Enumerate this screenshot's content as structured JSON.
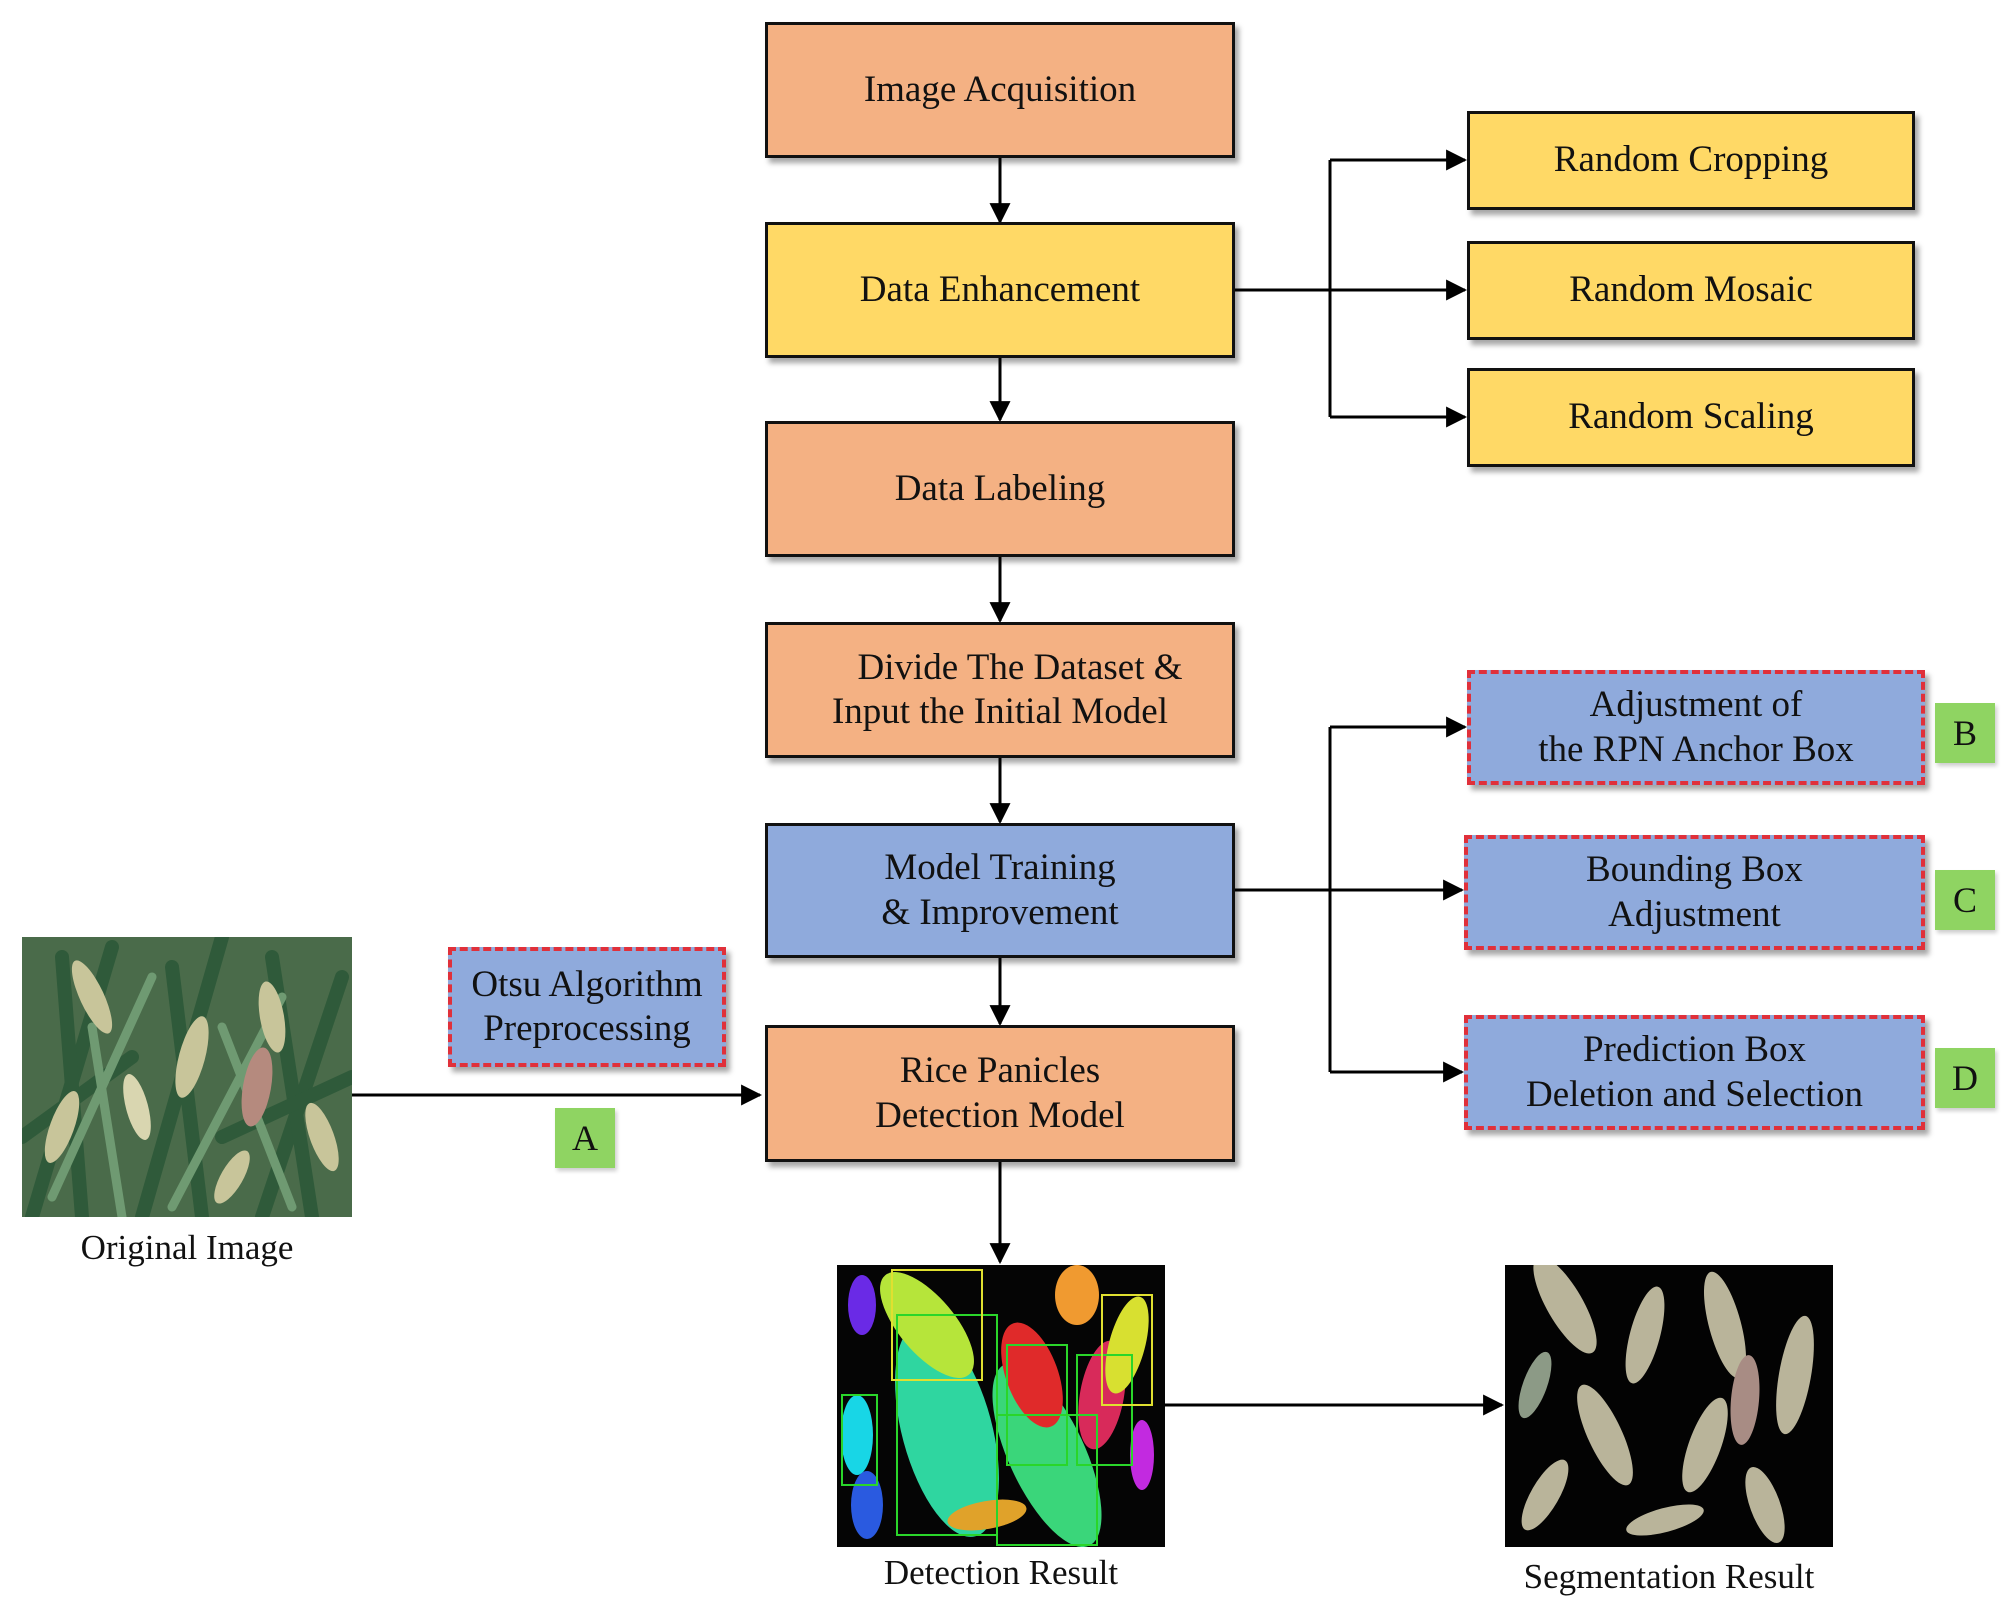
{
  "steps": {
    "image_acquisition": "Image Acquisition",
    "data_enhancement": "Data Enhancement",
    "data_labeling": "Data Labeling",
    "divide_line1": "Divide The Dataset &",
    "divide_line2": "Input the Initial Model",
    "training_line1": "Model Training",
    "training_line2": "& Improvement",
    "detection_line1": "Rice Panicles",
    "detection_line2": "Detection Model"
  },
  "augmentation": {
    "cropping": "Random Cropping",
    "mosaic": "Random Mosaic",
    "scaling": "Random Scaling"
  },
  "improvements": {
    "rpn_line1": "Adjustment of",
    "rpn_line2": "the RPN Anchor Box",
    "bbox_line1": "Bounding Box",
    "bbox_line2": "Adjustment",
    "pred_line1": "Prediction Box",
    "pred_line2": "Deletion and Selection"
  },
  "preprocessing": {
    "line1": "Otsu Algorithm",
    "line2": "Preprocessing"
  },
  "tags": {
    "a": "A",
    "b": "B",
    "c": "C",
    "d": "D"
  },
  "captions": {
    "original": "Original Image",
    "detection": "Detection Result",
    "segmentation": "Segmentation Result"
  },
  "colors": {
    "orange": "#f4b183",
    "yellow": "#ffd966",
    "blue": "#8faadc",
    "tag_green": "#8fd462",
    "dash_red": "#e0303a"
  }
}
